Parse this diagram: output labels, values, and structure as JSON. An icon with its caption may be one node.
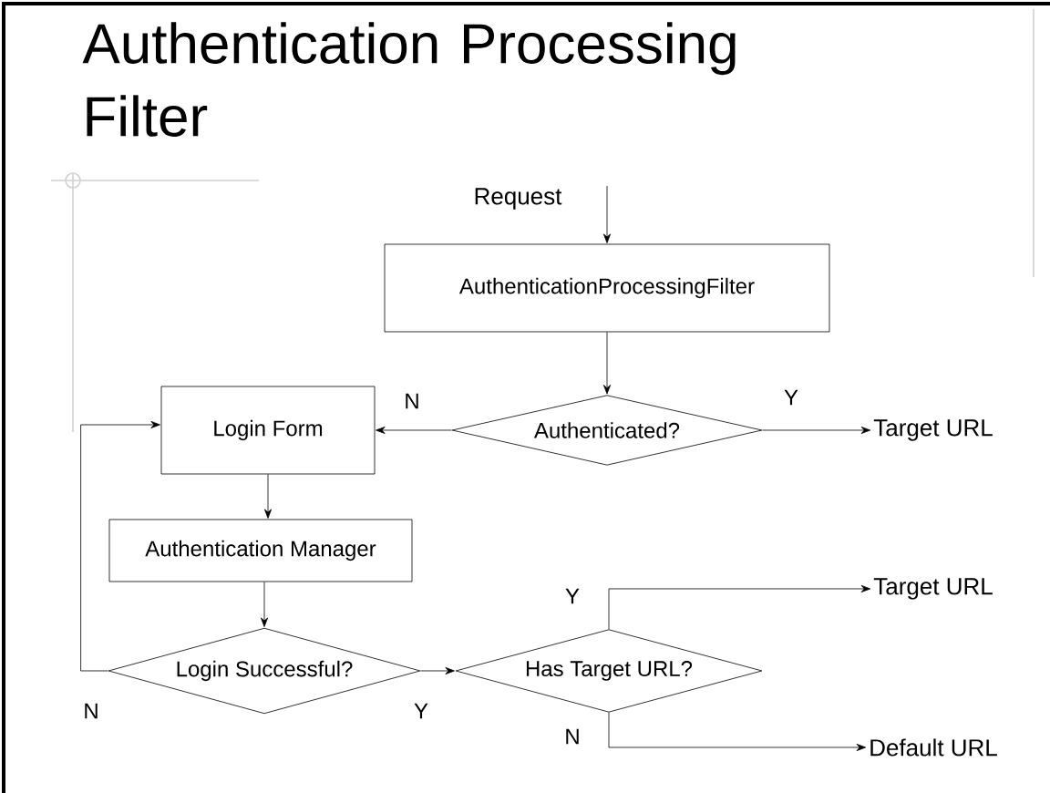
{
  "diagram": {
    "title": "Authentication Processing Filter",
    "nodes": [
      {
        "text": [
          "Request"
        ]
      },
      {
        "text": [
          "AuthenticationProcessingFilter"
        ]
      },
      {
        "text": [
          "Authenticated?"
        ]
      },
      {
        "text": [
          "Login Form"
        ]
      },
      {
        "text": [
          "Target URL"
        ]
      },
      {
        "text": [
          "Authentication Manager"
        ]
      },
      {
        "text": [
          "Target URL"
        ]
      },
      {
        "text": [
          "Login Successful?"
        ]
      },
      {
        "text": [
          "Has Target URL?"
        ]
      },
      {
        "text": [
          "Default URL"
        ]
      }
    ],
    "edges": [
      {
        "from": 0,
        "to": 1,
        "arrow": "to"
      },
      {
        "from": 1,
        "to": 2,
        "arrow": "to"
      },
      {
        "from": 2,
        "to": 3,
        "arrow": "to",
        "label": "N"
      },
      {
        "from": 2,
        "to": 4,
        "arrow": "to",
        "label": "Y"
      },
      {
        "from": 3,
        "to": 5,
        "arrow": "to"
      },
      {
        "from": 5,
        "to": 7,
        "arrow": "to"
      },
      {
        "from": 7,
        "to": 3,
        "arrow": "to",
        "label": "N"
      },
      {
        "from": 7,
        "to": 8,
        "arrow": "to",
        "label": "Y"
      },
      {
        "from": 8,
        "to": 6,
        "arrow": "to",
        "label": "Y"
      },
      {
        "from": 8,
        "to": 9,
        "arrow": "to",
        "label": "N"
      }
    ]
  }
}
